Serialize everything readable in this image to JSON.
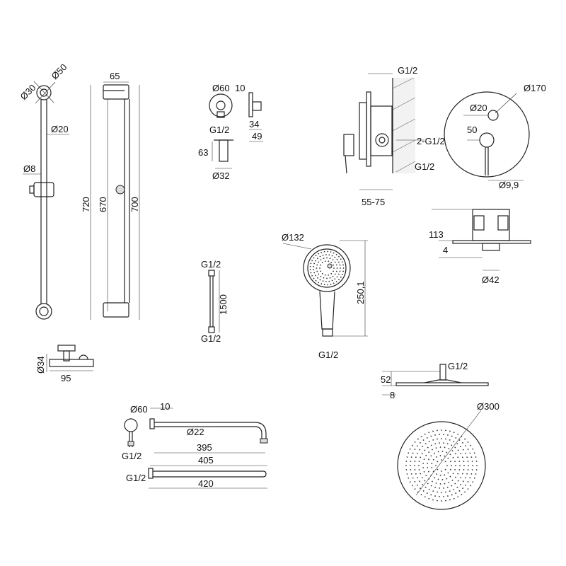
{
  "title": "Shower system technical drawing",
  "labels": {
    "rail_d30": "Ø30",
    "rail_d50": "Ø50",
    "rail_d20": "Ø20",
    "rail_d8": "Ø8",
    "rail_w65": "65",
    "rail_h720": "720",
    "rail_h670": "670",
    "rail_h700": "700",
    "outlet_d60": "Ø60",
    "outlet_10": "10",
    "outlet_g12": "G1/2",
    "outlet_34": "34",
    "outlet_49": "49",
    "outlet_63": "63",
    "outlet_d32": "Ø32",
    "mixer_g12_top": "G1/2",
    "mixer_2g12": "2-G1/2",
    "mixer_g12_bottom": "G1/2",
    "mixer_55_75": "55-75",
    "plate_d170": "Ø170",
    "plate_d20": "Ø20",
    "plate_50": "50",
    "plate_d99": "Ø9,9",
    "body_113": "113",
    "body_4": "4",
    "body_d42": "Ø42",
    "hand_d132": "Ø132",
    "hand_250": "250,1",
    "hand_g12": "G1/2",
    "hose_g12_top": "G1/2",
    "hose_1500": "1500",
    "hose_g12_bottom": "G1/2",
    "holder_d34": "Ø34",
    "holder_95": "95",
    "arm_d60": "Ø60",
    "arm_10": "10",
    "arm_d22": "Ø22",
    "arm_395": "395",
    "arm_405": "405",
    "arm_g12": "G1/2",
    "arm2_g12": "G1/2",
    "arm2_420": "420",
    "head_g12": "G1/2",
    "head_52": "52",
    "head_8": "8",
    "head_d300": "Ø300"
  }
}
